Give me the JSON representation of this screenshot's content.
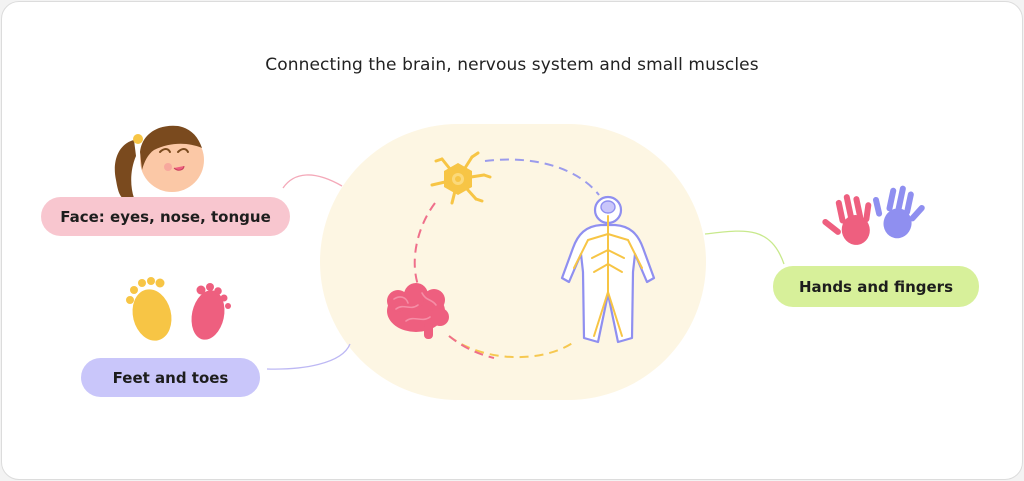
{
  "title": "Connecting the brain, nervous system and small muscles",
  "labels": {
    "face": "Face: eyes, nose, tongue",
    "feet": "Feet and toes",
    "hands": "Hands and fingers"
  },
  "colors": {
    "background_blob": "#fdf6e3",
    "face_pill": "#f8c6cf",
    "feet_pill": "#c9c6fa",
    "hands_pill": "#d7f09a",
    "pink": "#ee5f7f",
    "yellow": "#f7c545",
    "purple": "#8f8ff0"
  },
  "icons": [
    "girl-face-icon",
    "footprints-icon",
    "handprints-icon",
    "neuron-icon",
    "brain-icon",
    "body-nervous-system-icon"
  ]
}
